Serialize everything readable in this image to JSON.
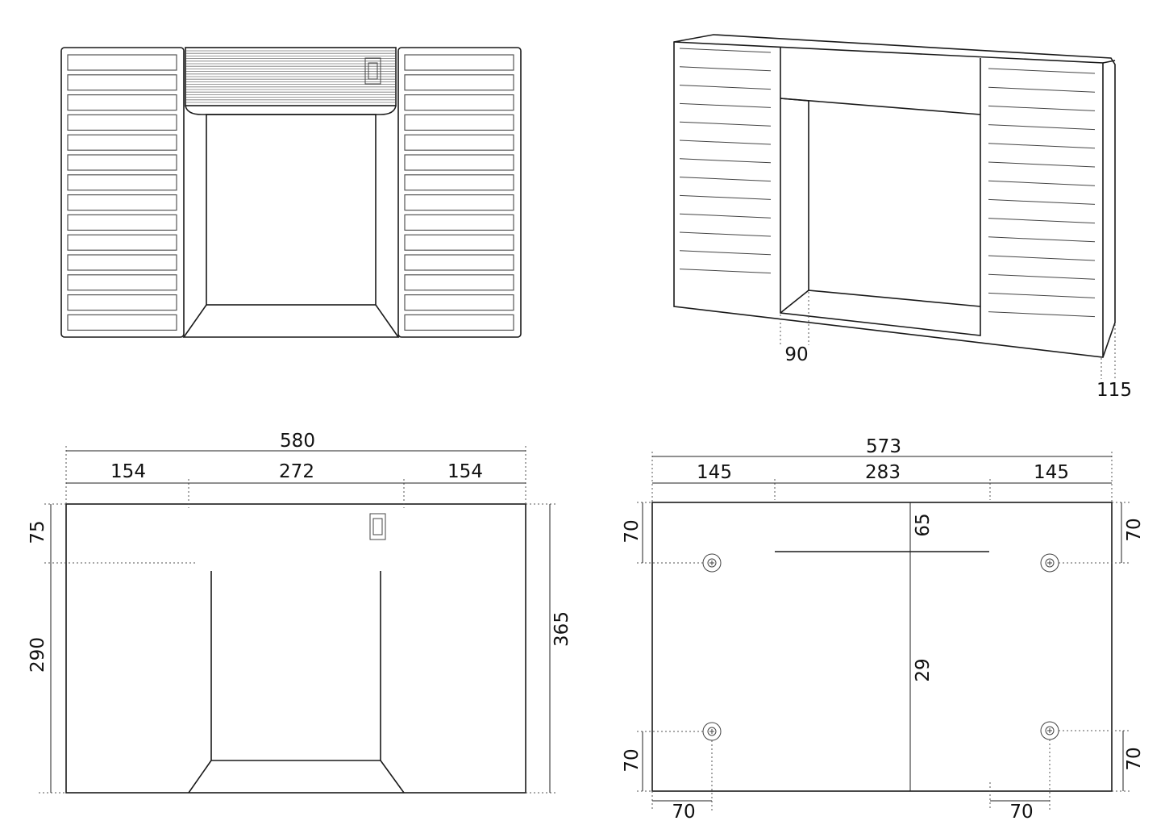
{
  "colors": {
    "line": "#1a1a1a",
    "background": "#ffffff"
  },
  "perspective_view": {
    "dim_depth_inner": "90",
    "dim_depth_outer": "115"
  },
  "front_dims": {
    "total_width": "580",
    "left_width": "154",
    "center_width": "272",
    "right_width": "154",
    "top_height": "75",
    "lower_height": "290",
    "total_height": "365"
  },
  "back_dims": {
    "total_width": "573",
    "left_width": "145",
    "center_width": "283",
    "right_width": "145",
    "top_offset": "65",
    "lower_height": "29",
    "hole_left_top": "70",
    "hole_left_bottom": "70",
    "hole_right_top": "70",
    "hole_right_bottom": "70",
    "hole_bottom_left": "70",
    "hole_bottom_right": "70"
  },
  "icons": {
    "switch": "switch-icon",
    "mounting_hole": "screw-hole-icon"
  }
}
